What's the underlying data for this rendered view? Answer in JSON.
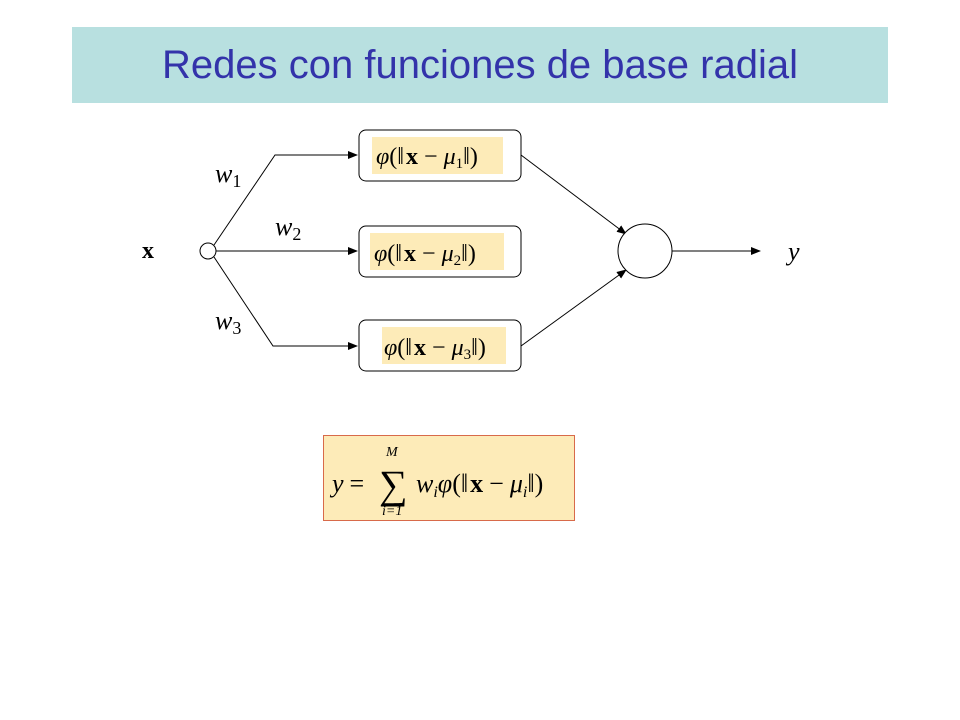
{
  "title": "Redes con funciones de base radial",
  "input_label": "x",
  "output_label": "y",
  "weights": [
    {
      "sym": "w",
      "sub": "1"
    },
    {
      "sym": "w",
      "sub": "2"
    },
    {
      "sym": "w",
      "sub": "3"
    }
  ],
  "basis_functions": [
    {
      "phi": "φ",
      "open": "(",
      "norm": "‖",
      "x": "x",
      "minus": "−",
      "mu": "μ",
      "sub": "1",
      "close": ")"
    },
    {
      "phi": "φ",
      "open": "(",
      "norm": "‖",
      "x": "x",
      "minus": "−",
      "mu": "μ",
      "sub": "2",
      "close": ")"
    },
    {
      "phi": "φ",
      "open": "(",
      "norm": "‖",
      "x": "x",
      "minus": "−",
      "mu": "μ",
      "sub": "3",
      "close": ")"
    }
  ],
  "formula": {
    "lhs": "y",
    "eq": "=",
    "sum": "∑",
    "upper": "M",
    "lower": "i=1",
    "w": "w",
    "w_sub": "i",
    "phi": "φ",
    "open": "(",
    "norm": "‖",
    "x": "x",
    "minus": "−",
    "mu": "μ",
    "mu_sub": "i",
    "close": ")"
  },
  "colors": {
    "title_bg": "#b8e0e0",
    "title_text": "#3333aa",
    "box_fill": "#fdebb8",
    "formula_border": "#d86a4a"
  }
}
